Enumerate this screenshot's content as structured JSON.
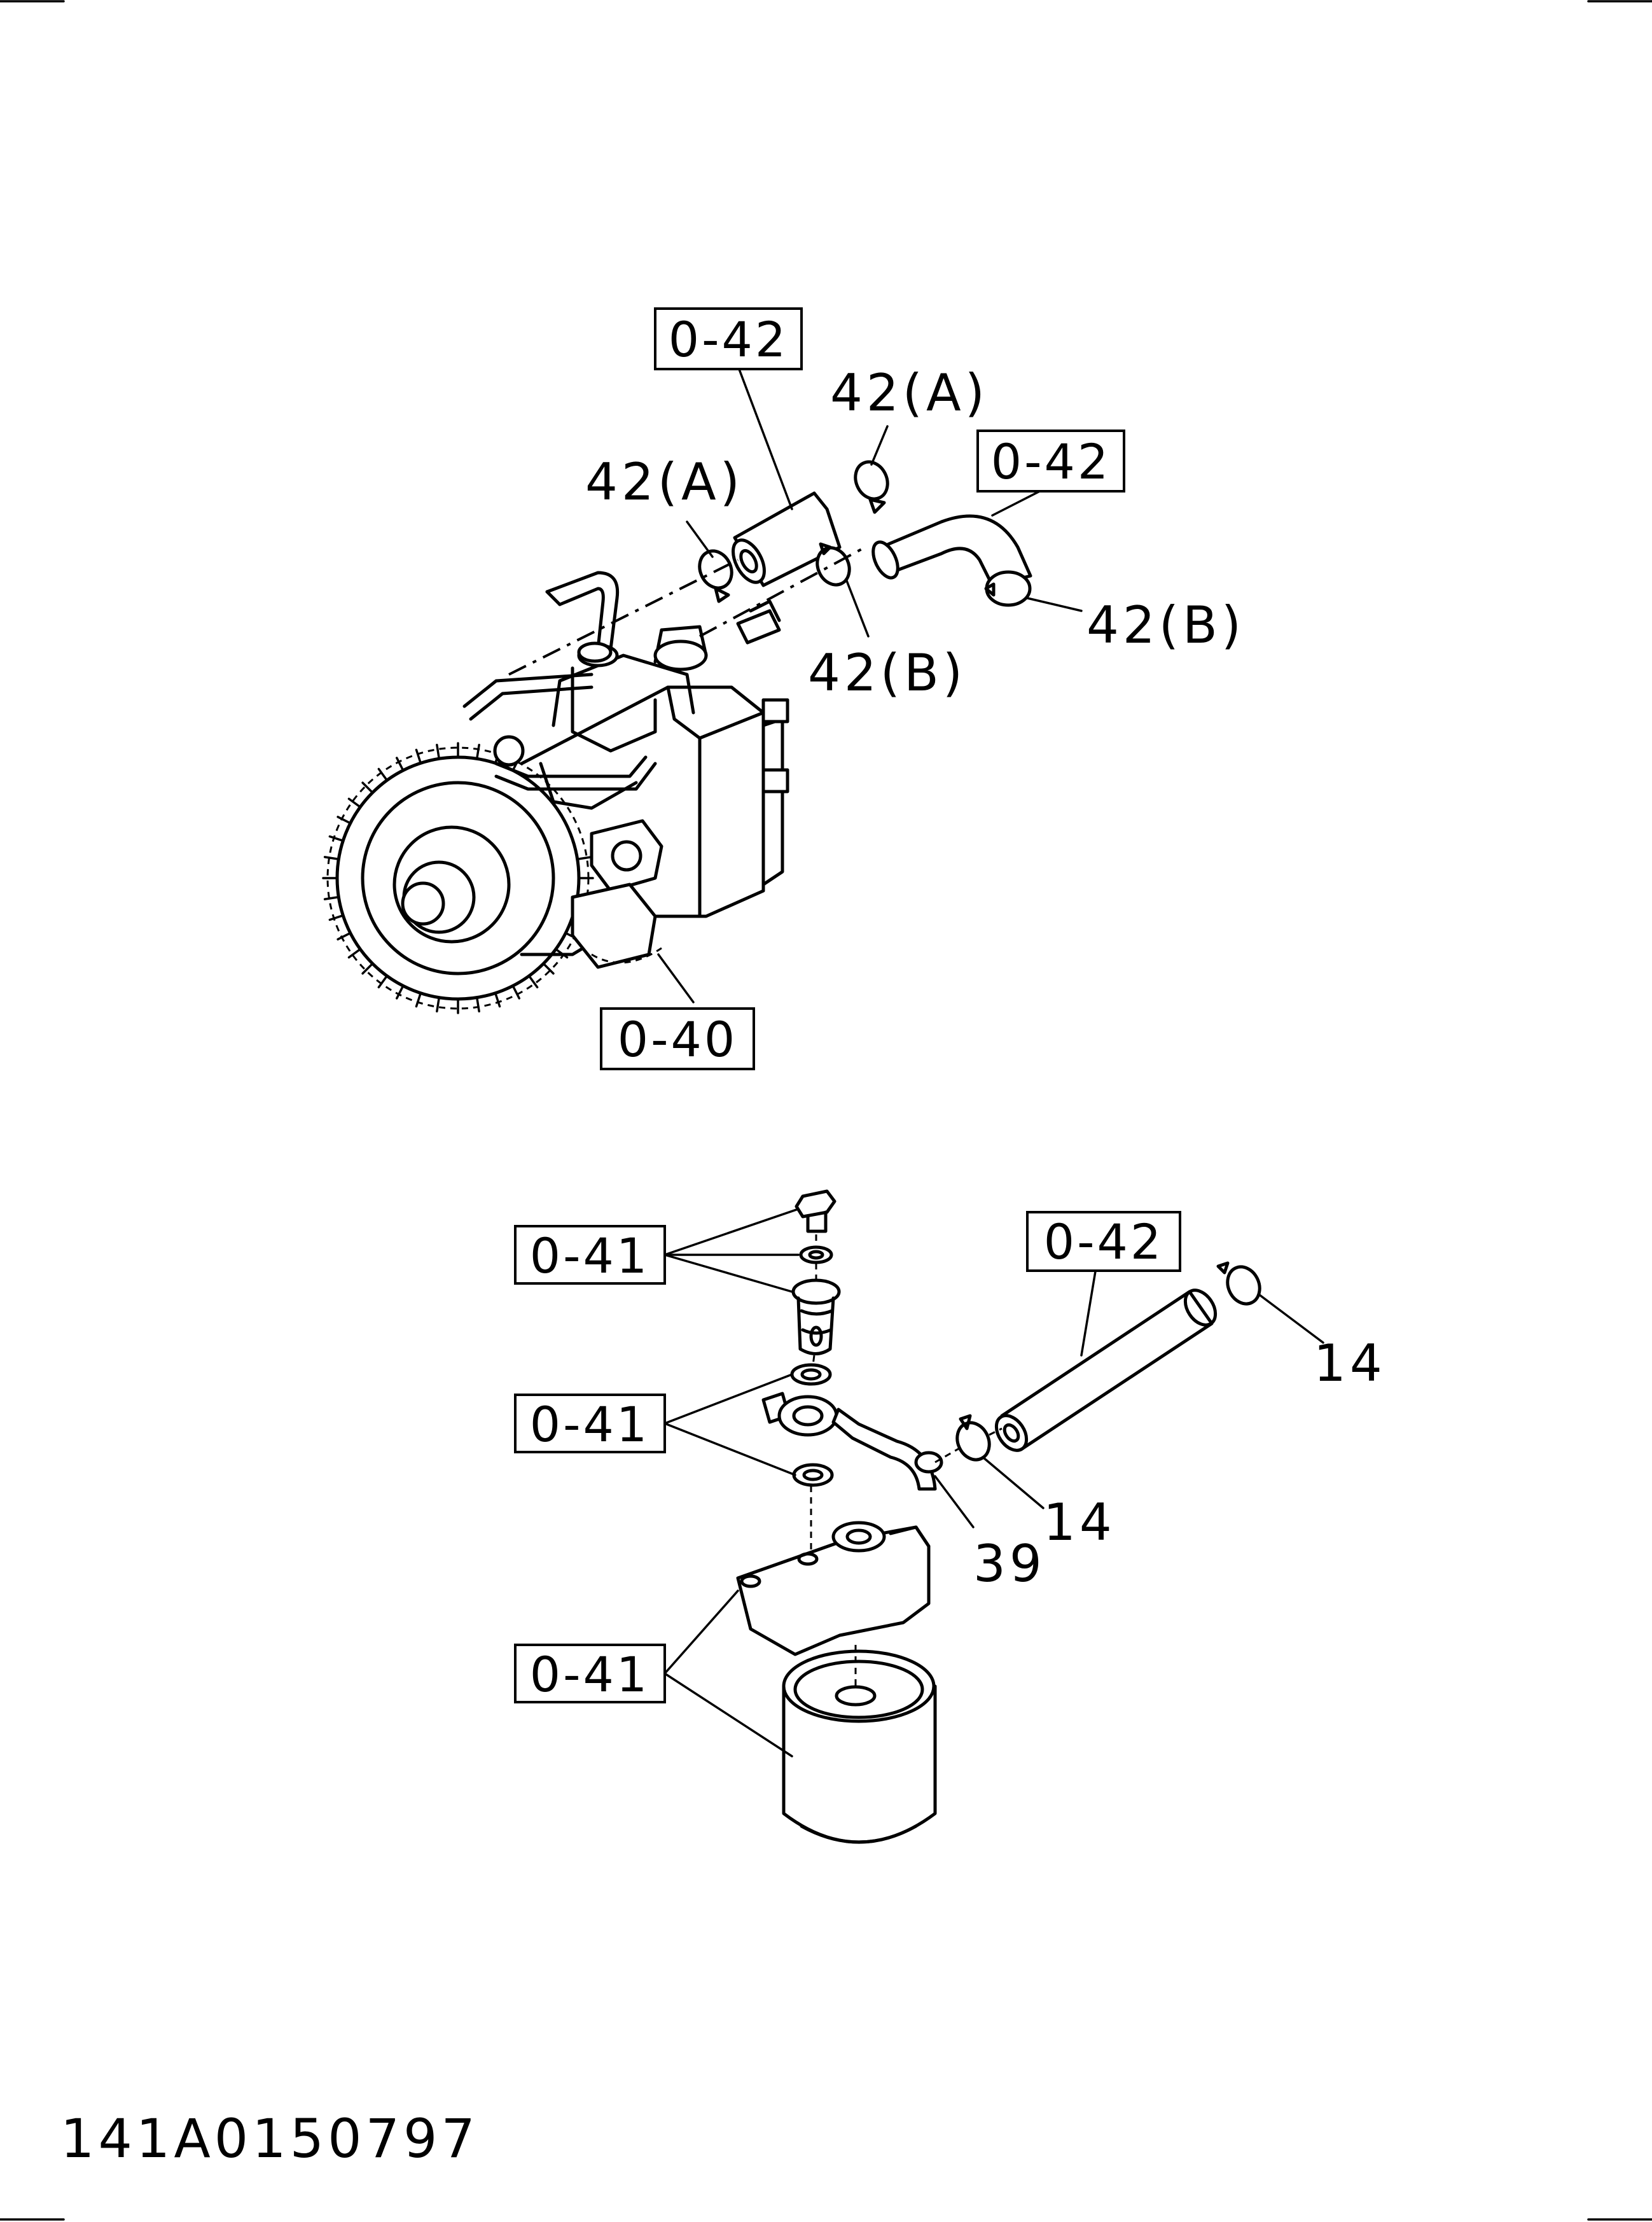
{
  "refs": {
    "top_hose_left": "0-42",
    "top_hose_right": "0-42",
    "injection_pump": "0-40",
    "bolt_group": "0-41",
    "banjo_group": "0-41",
    "filter_group": "0-41",
    "bottom_hose": "0-42"
  },
  "callouts": {
    "clamp_a_left": "42(A)",
    "clamp_a_right": "42(A)",
    "clamp_b_center": "42(B)",
    "clamp_b_right": "42(B)",
    "clamp_14_right": "14",
    "clamp_14_center": "14",
    "pipe_39": "39"
  },
  "drawing_code": "141A0150797"
}
